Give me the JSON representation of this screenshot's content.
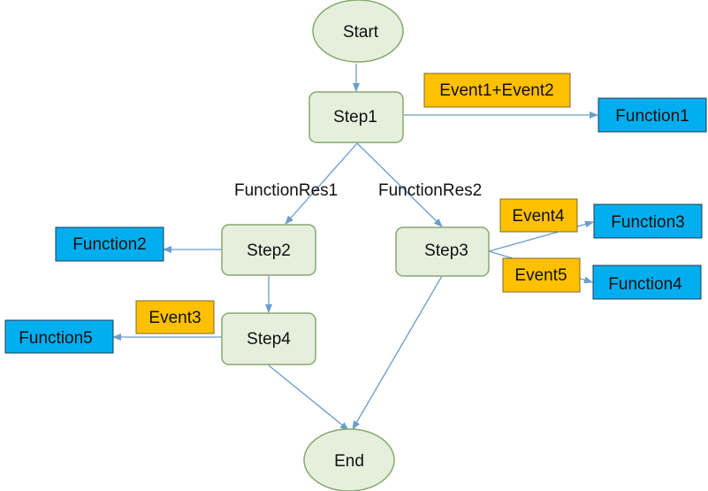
{
  "colors": {
    "step_fill": "#e5efdc",
    "step_stroke": "#86a86e",
    "event_fill": "#ffc000",
    "event_stroke": "#7f6a2a",
    "function_fill": "#00aeef",
    "function_stroke": "#1f3b50",
    "arrow": "#6a9ccc"
  },
  "nodes": {
    "start": "Start",
    "step1": "Step1",
    "step2": "Step2",
    "step3": "Step3",
    "step4": "Step4",
    "end": "End"
  },
  "events": {
    "event1_2": "Event1+Event2",
    "event3": "Event3",
    "event4": "Event4",
    "event5": "Event5"
  },
  "functions": {
    "function1": "Function1",
    "function2": "Function2",
    "function3": "Function3",
    "function4": "Function4",
    "function5": "Function5"
  },
  "edge_labels": {
    "function_res1": "FunctionRes1",
    "function_res2": "FunctionRes2"
  }
}
